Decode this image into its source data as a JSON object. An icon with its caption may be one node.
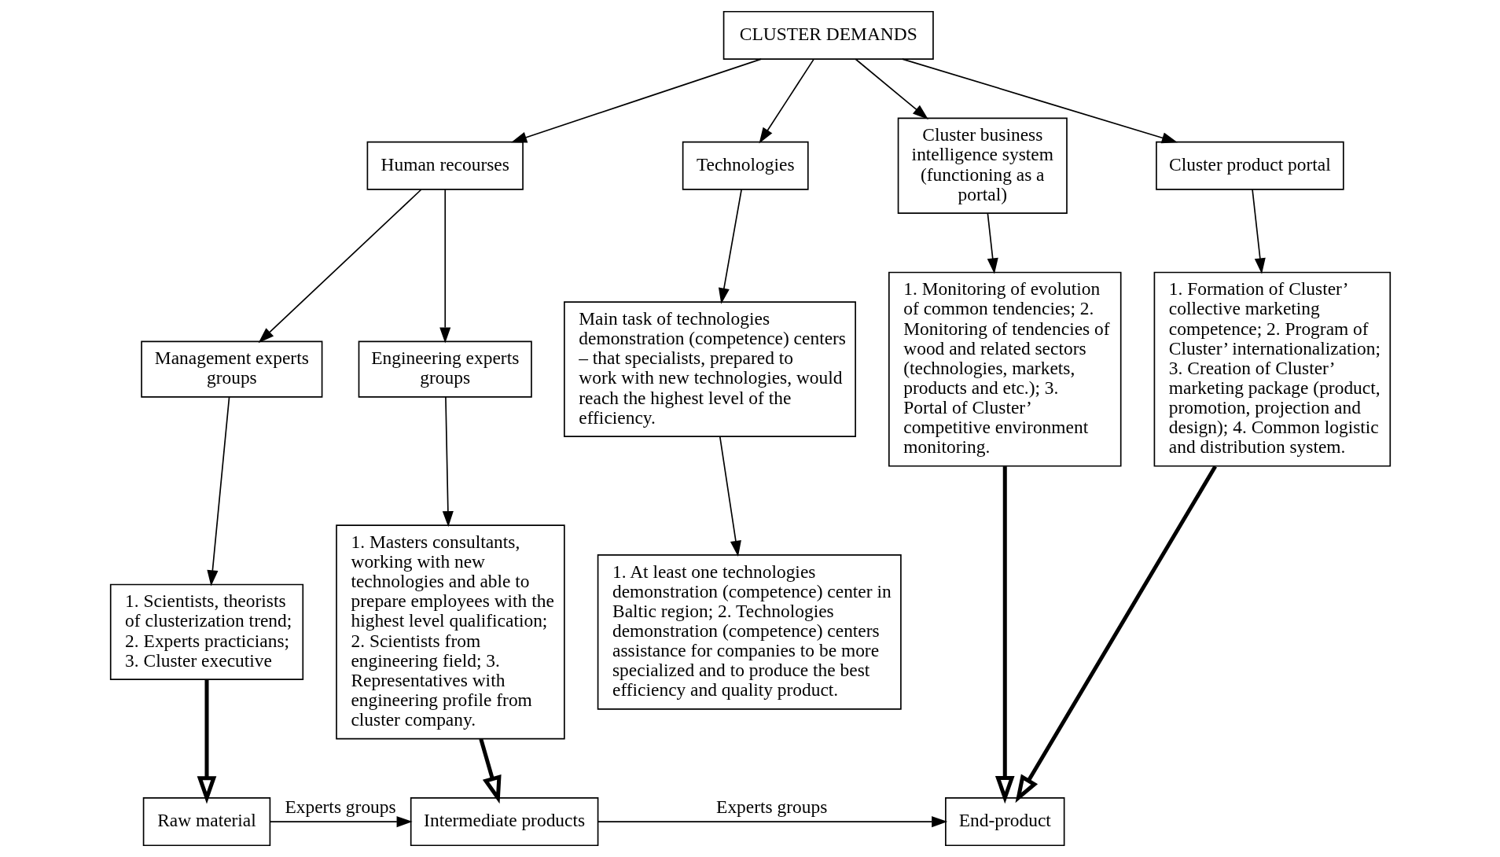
{
  "diagram": {
    "nodes": [
      {
        "text": [
          "CLUSTER DEMANDS"
        ]
      },
      {
        "text": [
          "Human recourses"
        ]
      },
      {
        "text": [
          "Technologies"
        ]
      },
      {
        "text": [
          "Cluster business intelligence system (functioning as a portal)"
        ]
      },
      {
        "text": [
          "Cluster product portal"
        ]
      },
      {
        "text": [
          "Management experts groups"
        ]
      },
      {
        "text": [
          "Engineering experts groups"
        ]
      },
      {
        "text": [
          "Main task of technologies demonstration (competence) centers – that specialists, prepared to work with new technologies, would reach the highest level of the efficiency."
        ]
      },
      {
        "text": [
          "1. Monitoring of evolution of common tendencies; 2. Monitoring of tendencies of wood and related sectors (technologies, markets, products and etc.); 3. Portal of Cluster’ competitive environment monitoring."
        ]
      },
      {
        "text": [
          "1. Formation of Cluster’ collective marketing competence; 2. Program of Cluster’ internationalization; 3. Creation of Cluster’ marketing package (product, promotion, projection and design); 4. Common logistic and distribution system."
        ]
      },
      {
        "text": [
          "1. Scientists, theorists of clusterization trend; 2. Experts practicians; 3. Cluster executive"
        ]
      },
      {
        "text": [
          "1. Masters consultants, working with new technologies and able to prepare employees with the highest level qualification; 2. Scientists from engineering field; 3. Representatives with engineering profile from cluster company."
        ]
      },
      {
        "text": [
          "1. At least one technologies demonstration (competence) center in Baltic region; 2. Technologies demonstration (competence) centers assistance for companies to be more specialized and to produce the best efficiency and quality product."
        ]
      },
      {
        "text": [
          "Raw material"
        ]
      },
      {
        "text": [
          "Intermediate products"
        ]
      },
      {
        "text": [
          "End-product"
        ]
      }
    ],
    "edges": [
      {
        "from": 0,
        "to": 1,
        "arrow": "to"
      },
      {
        "from": 0,
        "to": 2,
        "arrow": "to"
      },
      {
        "from": 0,
        "to": 3,
        "arrow": "to"
      },
      {
        "from": 0,
        "to": 4,
        "arrow": "to"
      },
      {
        "from": 1,
        "to": 5,
        "arrow": "to"
      },
      {
        "from": 1,
        "to": 6,
        "arrow": "to"
      },
      {
        "from": 2,
        "to": 7,
        "arrow": "to"
      },
      {
        "from": 3,
        "to": 8,
        "arrow": "to"
      },
      {
        "from": 4,
        "to": 9,
        "arrow": "to"
      },
      {
        "from": 5,
        "to": 10,
        "arrow": "to"
      },
      {
        "from": 6,
        "to": 11,
        "arrow": "to"
      },
      {
        "from": 7,
        "to": 12,
        "arrow": "to"
      },
      {
        "from": 10,
        "to": 13,
        "arrow": "to",
        "style": "thick"
      },
      {
        "from": 11,
        "to": 14,
        "arrow": "to",
        "style": "thick"
      },
      {
        "from": 8,
        "to": 15,
        "arrow": "to",
        "style": "thick"
      },
      {
        "from": 9,
        "to": 15,
        "arrow": "to",
        "style": "thick"
      },
      {
        "from": 13,
        "to": 14,
        "arrow": "to",
        "label": "Experts groups"
      },
      {
        "from": 14,
        "to": 15,
        "arrow": "to",
        "label": "Experts groups"
      }
    ]
  }
}
